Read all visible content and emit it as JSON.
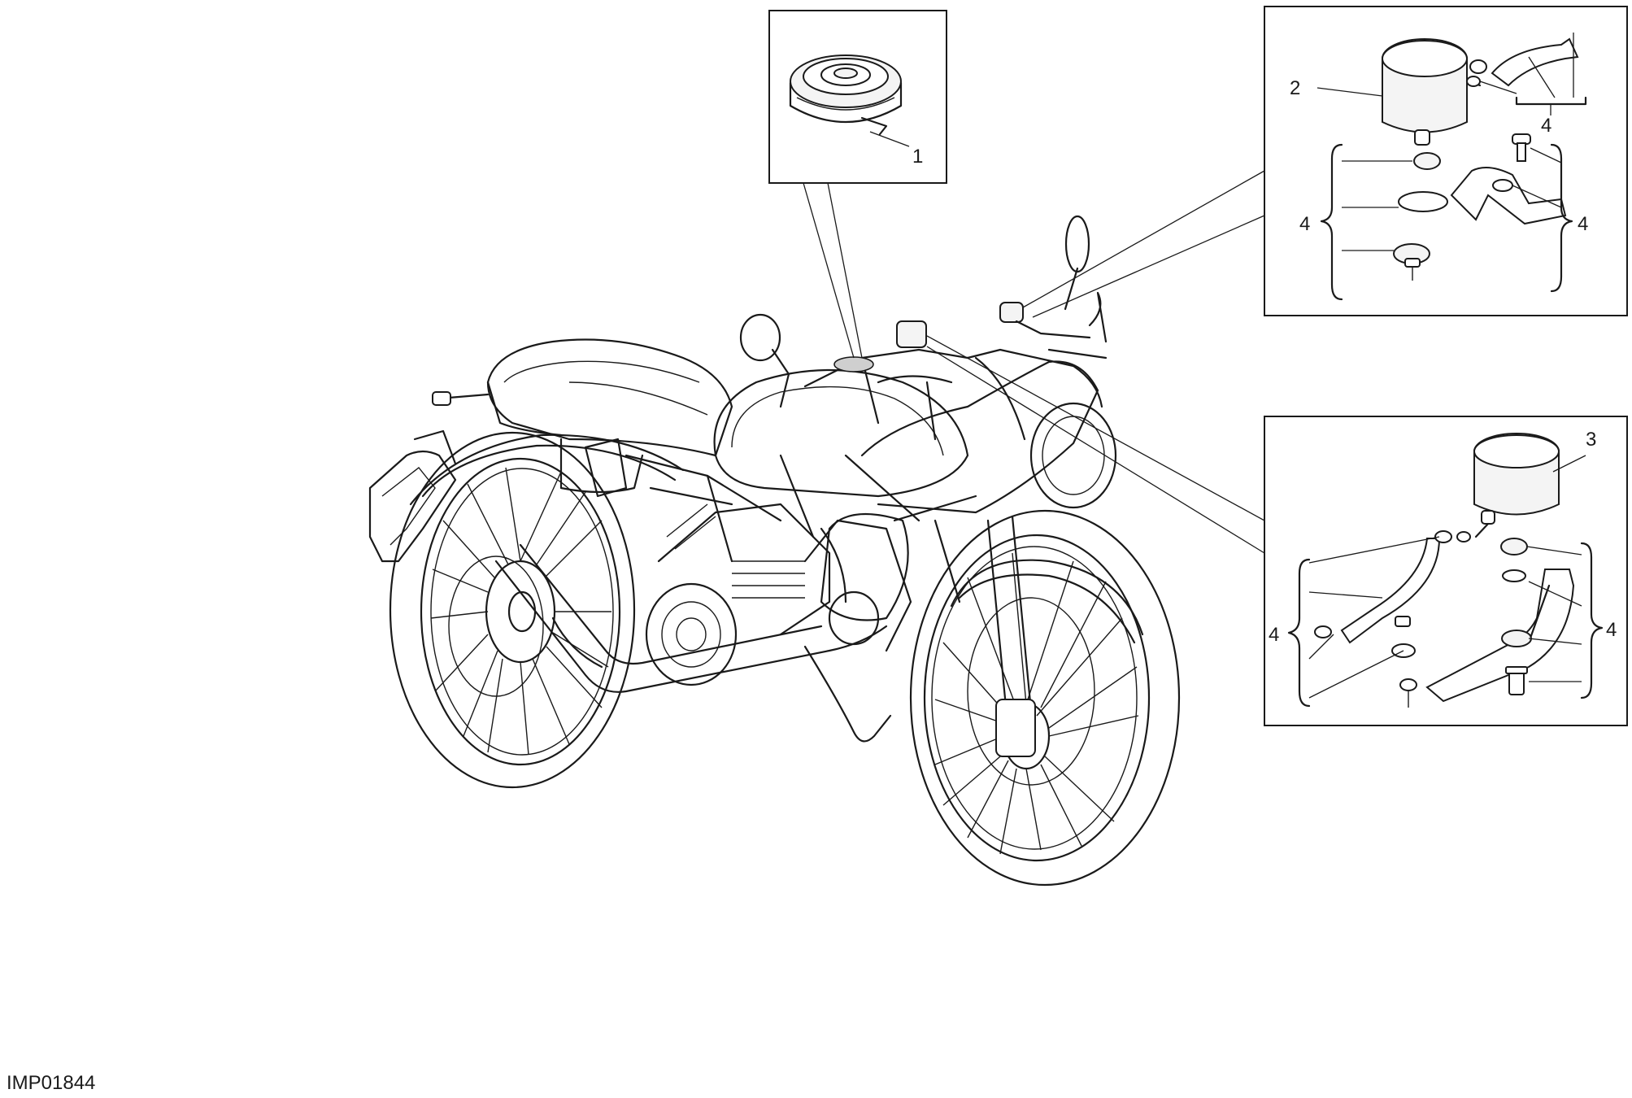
{
  "drawing_code": "IMP01844",
  "callouts": {
    "fuel_cap": "1",
    "front_brake_reservoir": "2",
    "clutch_reservoir": "3",
    "kit_top_right": "4",
    "kit_mid_left": "4",
    "kit_mid_right": "4",
    "kit_low_left": "4",
    "kit_low_right": "4"
  }
}
